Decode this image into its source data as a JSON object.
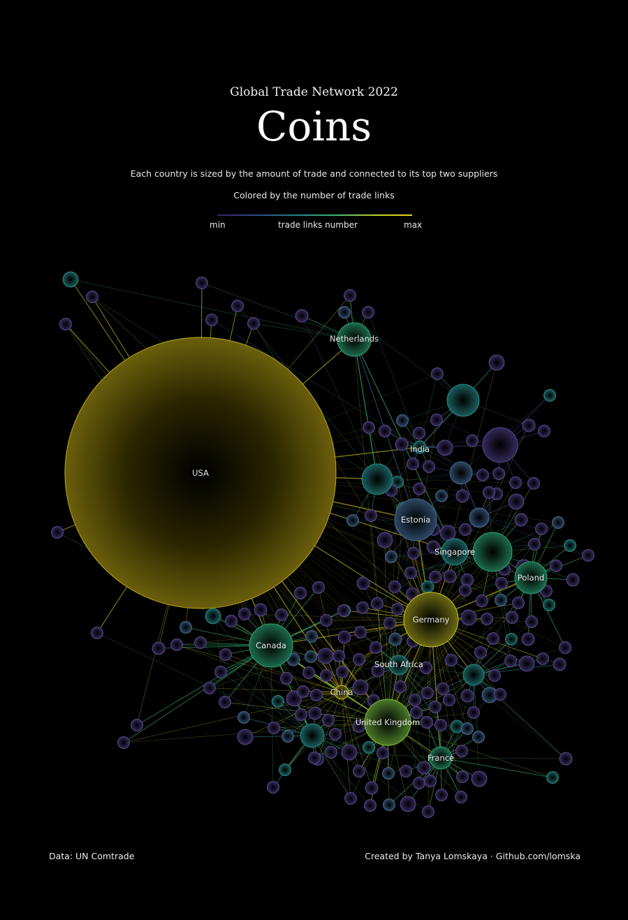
{
  "header": {
    "supertitle": "Global Trade Network 2022",
    "title": "Coins",
    "subtitle_1": "Each country is sized by the amount of trade and connected to its top two suppliers",
    "subtitle_2": "Colored by the number of trade links"
  },
  "legend": {
    "min_label": "min",
    "title": "trade links number",
    "max_label": "max",
    "colors": [
      "#3a1f6b",
      "#2f4a8a",
      "#26828e",
      "#35b779",
      "#b8cf2a",
      "#e8d21a"
    ]
  },
  "nodes": {
    "usa": "USA",
    "netherlands": "Netherlands",
    "india": "India",
    "estonia": "Estonia",
    "singapore": "Singapore",
    "poland": "Poland",
    "germany": "Germany",
    "canada": "Canada",
    "south_africa": "South Africa",
    "china": "China",
    "united_kingdom": "United Kingdom",
    "france": "France"
  },
  "footer": {
    "source": "Data: UN Comtrade",
    "credit": "Created by Tanya Lomskaya · Github.com/lomska"
  }
}
